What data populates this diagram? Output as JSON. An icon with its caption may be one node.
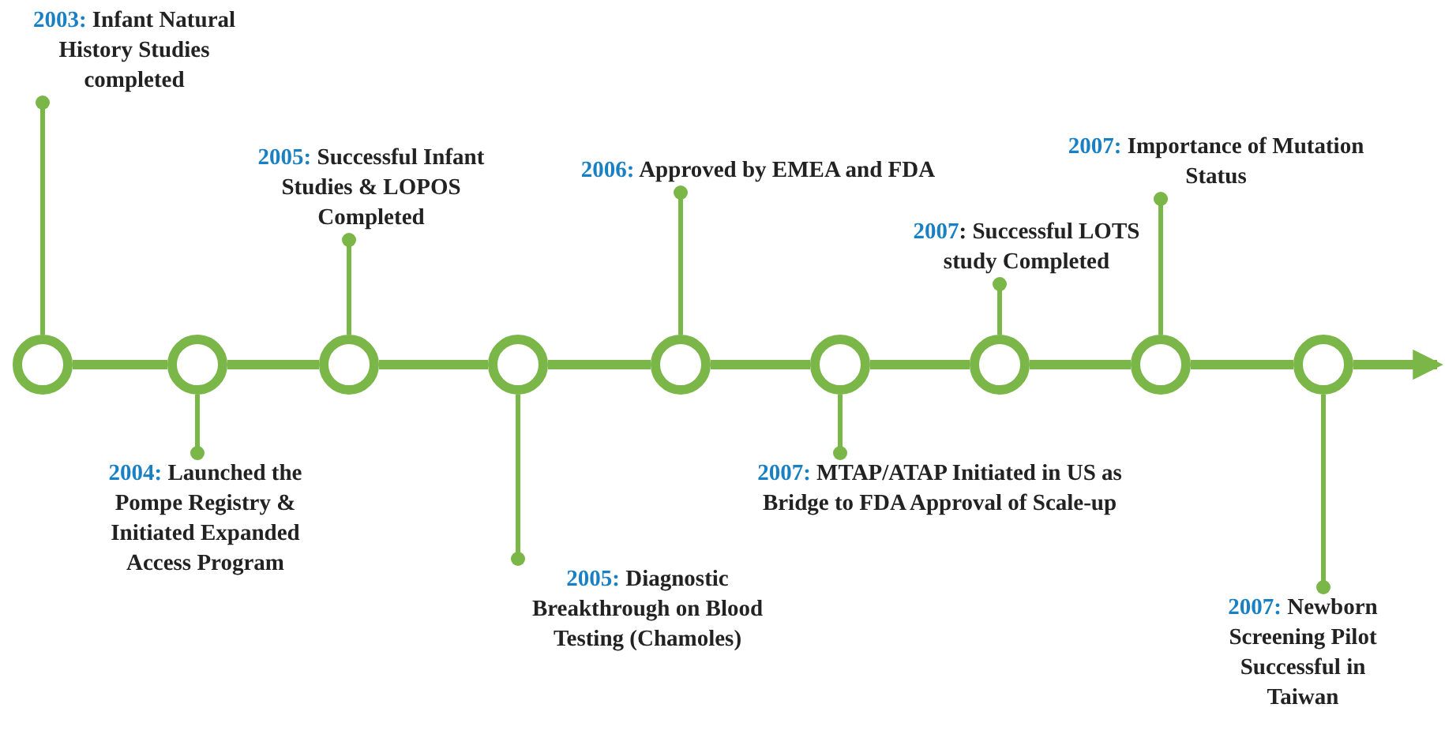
{
  "diagram": {
    "nodes": [
      {
        "text": [],
        "shape": "circle"
      },
      {
        "text": [],
        "shape": "circle"
      },
      {
        "text": [],
        "shape": "circle"
      },
      {
        "text": [],
        "shape": "circle"
      },
      {
        "text": [],
        "shape": "circle"
      },
      {
        "text": [],
        "shape": "circle"
      },
      {
        "text": [],
        "shape": "circle"
      },
      {
        "text": [],
        "shape": "circle"
      },
      {
        "text": [],
        "shape": "circle"
      },
      {
        "text": [
          "2003:",
          "Infant Natural History Studies completed"
        ]
      },
      {
        "text": [
          "2004:",
          "Launched the Pompe Registry & Initiated Expanded Access Program"
        ]
      },
      {
        "text": [
          "2005:",
          "Successful Infant Studies & LOPOS Completed"
        ]
      },
      {
        "text": [
          "2005:",
          "Diagnostic Breakthrough on Blood Testing (Chamoles)"
        ]
      },
      {
        "text": [
          "2006:",
          "Approved by EMEA and FDA"
        ]
      },
      {
        "text": [
          "2007:",
          "MTAP/ATAP Initiated in US as Bridge to FDA Approval of Scale-up"
        ]
      },
      {
        "text": [
          "2007",
          ": Successful LOTS study Completed"
        ]
      },
      {
        "text": [
          "2007:",
          "Importance of Mutation Status"
        ]
      },
      {
        "text": [
          "2007:",
          "Newborn Screening Pilot Successful in Taiwan"
        ]
      }
    ],
    "edges": [
      {
        "from": 0,
        "to": 1,
        "arrow": "none",
        "style": "thick"
      },
      {
        "from": 1,
        "to": 2,
        "arrow": "none",
        "style": "thick"
      },
      {
        "from": 2,
        "to": 3,
        "arrow": "none",
        "style": "thick"
      },
      {
        "from": 3,
        "to": 4,
        "arrow": "none",
        "style": "thick"
      },
      {
        "from": 4,
        "to": 5,
        "arrow": "none",
        "style": "thick"
      },
      {
        "from": 5,
        "to": 6,
        "arrow": "none",
        "style": "thick"
      },
      {
        "from": 6,
        "to": 7,
        "arrow": "none",
        "style": "thick"
      },
      {
        "from": 7,
        "to": 8,
        "arrow": "none",
        "style": "thick"
      },
      {
        "from": 8,
        "to": null,
        "arrow": "to",
        "style": "thick"
      },
      {
        "from": 0,
        "to": 9,
        "arrow": "other"
      },
      {
        "from": 1,
        "to": 10,
        "arrow": "other"
      },
      {
        "from": 2,
        "to": 11,
        "arrow": "other"
      },
      {
        "from": 3,
        "to": 12,
        "arrow": "other"
      },
      {
        "from": 4,
        "to": 13,
        "arrow": "other"
      },
      {
        "from": 5,
        "to": 14,
        "arrow": "other"
      },
      {
        "from": 6,
        "to": 15,
        "arrow": "other"
      },
      {
        "from": 7,
        "to": 16,
        "arrow": "other"
      },
      {
        "from": 8,
        "to": 17,
        "arrow": "other"
      }
    ]
  }
}
